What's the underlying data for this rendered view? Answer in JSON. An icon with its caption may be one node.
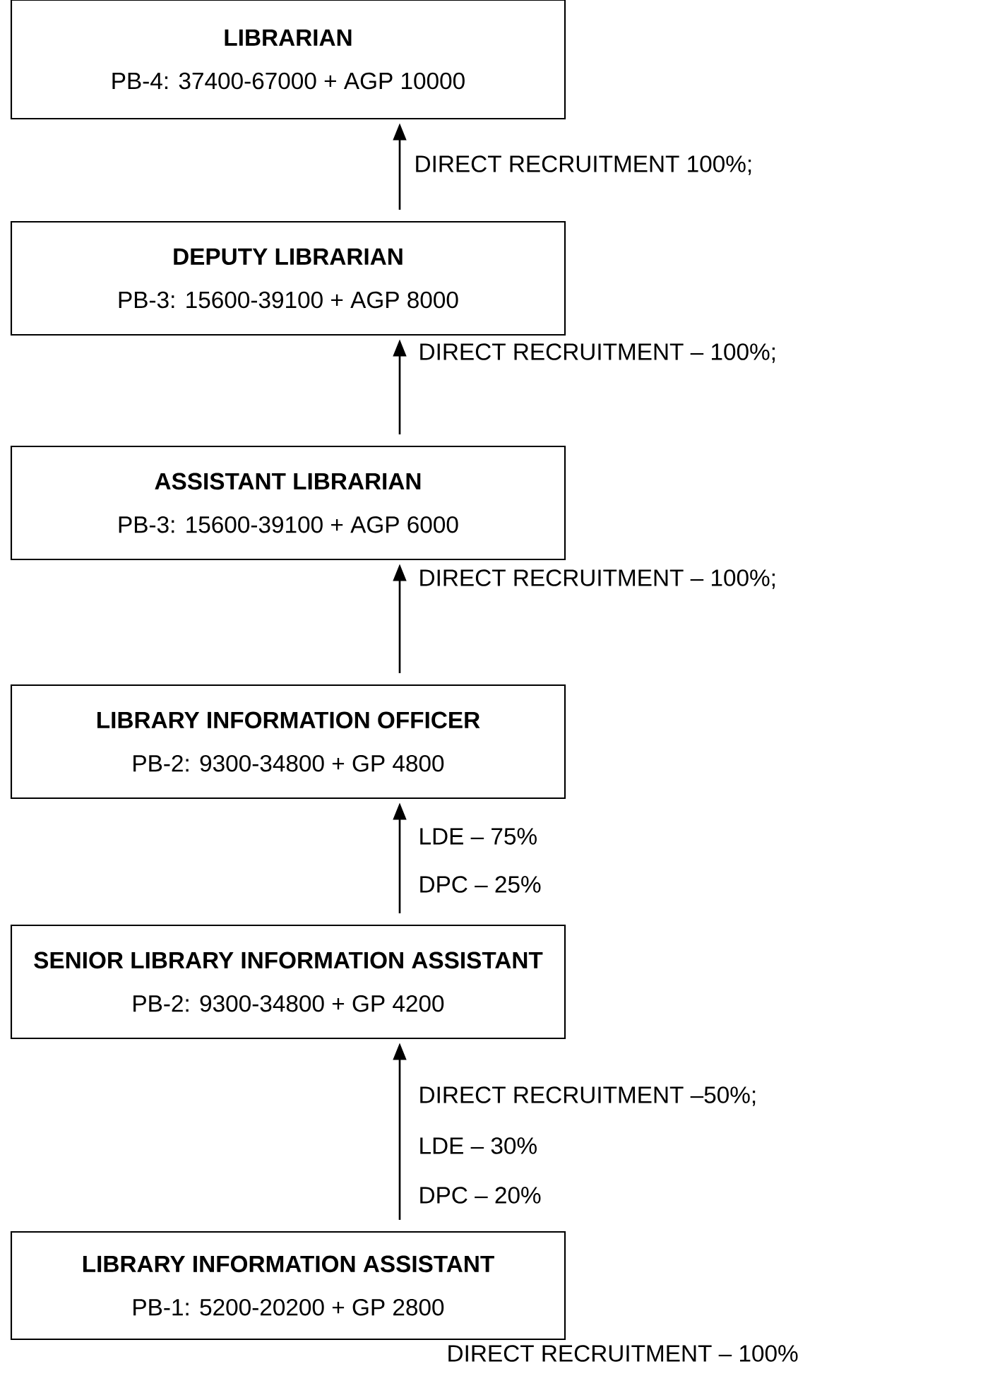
{
  "diagram": {
    "nodes": [
      {
        "text": [
          "LIBRARIAN",
          "PB-4: 37400-67000 + AGP 10000"
        ]
      },
      {
        "text": [
          "DEPUTY LIBRARIAN",
          "PB-3: 15600-39100 + AGP 8000"
        ]
      },
      {
        "text": [
          "ASSISTANT LIBRARIAN",
          "PB-3: 15600-39100 + AGP 6000"
        ]
      },
      {
        "text": [
          "LIBRARY INFORMATION OFFICER",
          "PB-2: 9300-34800 + GP 4800"
        ]
      },
      {
        "text": [
          "SENIOR LIBRARY INFORMATION ASSISTANT",
          "PB-2: 9300-34800 + GP 4200"
        ]
      },
      {
        "text": [
          "LIBRARY INFORMATION ASSISTANT",
          "PB-1: 5200-20200 + GP 2800"
        ]
      }
    ],
    "edges": [
      {
        "from": 1,
        "to": 0,
        "arrow": "to"
      },
      {
        "from": 2,
        "to": 1,
        "arrow": "to"
      },
      {
        "from": 3,
        "to": 2,
        "arrow": "to"
      },
      {
        "from": 4,
        "to": 3,
        "arrow": "to"
      },
      {
        "from": 5,
        "to": 4,
        "arrow": "to"
      }
    ],
    "labels": [
      "DIRECT RECRUITMENT 100%;",
      "DIRECT RECRUITMENT – 100%;",
      "DIRECT RECRUITMENT – 100%;",
      "LDE – 75%",
      "DPC – 25%",
      "DIRECT RECRUITMENT –50%;",
      "LDE – 30%",
      "DPC – 20%",
      "DIRECT RECRUITMENT – 100%"
    ]
  }
}
